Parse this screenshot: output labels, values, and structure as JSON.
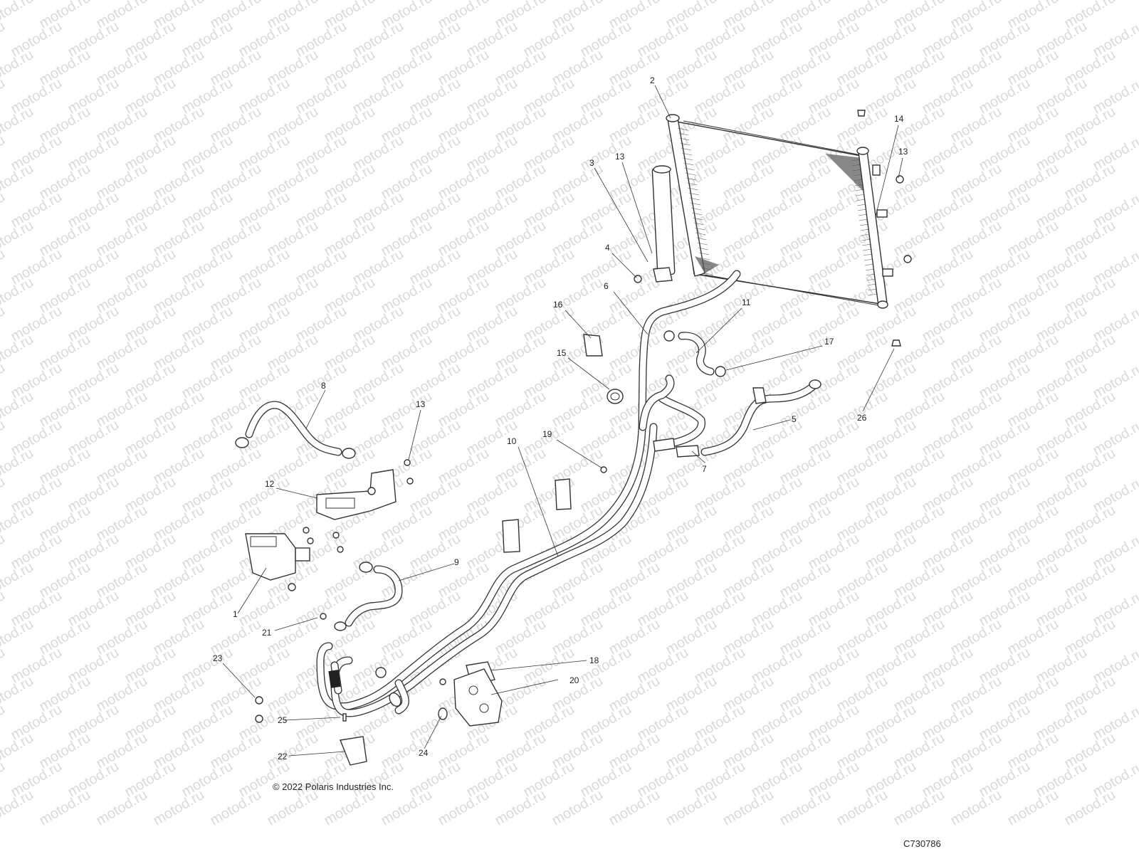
{
  "watermark": "motod.ru",
  "copyright": "© 2022 Polaris Industries Inc.",
  "figure_id": "C730786",
  "callouts": [
    "1",
    "2",
    "3",
    "4",
    "5",
    "6",
    "7",
    "8",
    "9",
    "10",
    "11",
    "12",
    "13",
    "13",
    "13",
    "14",
    "15",
    "16",
    "17",
    "18",
    "19",
    "20",
    "21",
    "22",
    "23",
    "24",
    "25",
    "26"
  ]
}
